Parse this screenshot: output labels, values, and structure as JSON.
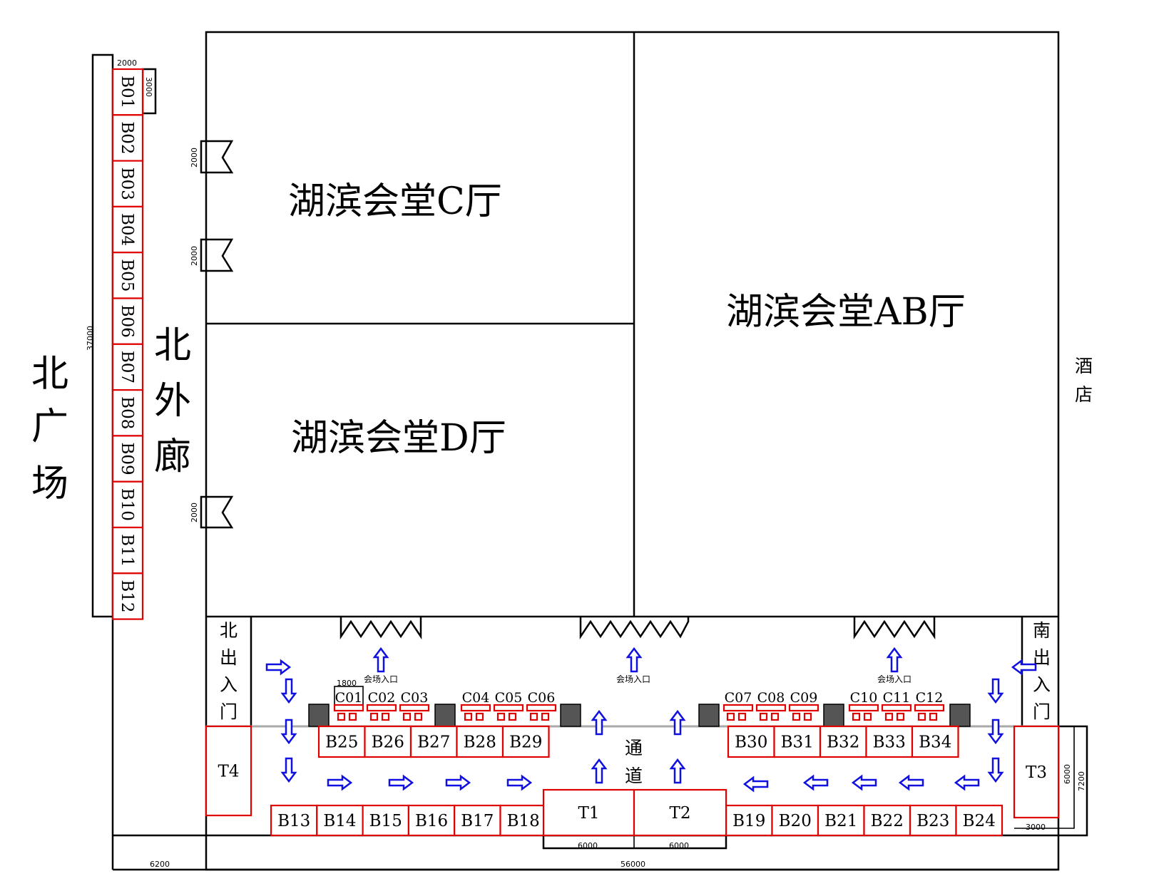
{
  "halls": {
    "c": "湖滨会堂C厅",
    "d": "湖滨会堂D厅",
    "ab": "湖滨会堂AB厅"
  },
  "areas": {
    "north_plaza": [
      "北",
      "广",
      "场"
    ],
    "north_corridor": [
      "北",
      "外",
      "廊"
    ],
    "hotel": [
      "酒",
      "店"
    ],
    "north_entrance": [
      "北",
      "出",
      "入",
      "门"
    ],
    "south_entrance": [
      "南",
      "出",
      "入",
      "门"
    ],
    "passage": [
      "通",
      "道"
    ]
  },
  "entrance_label": "会场入口",
  "booths_b_left": [
    "B01",
    "B02",
    "B03",
    "B04",
    "B05",
    "B06",
    "B07",
    "B08",
    "B09",
    "B10",
    "B11",
    "B12"
  ],
  "booths_b_row_top_left": [
    "B25",
    "B26",
    "B27",
    "B28",
    "B29"
  ],
  "booths_b_row_top_right": [
    "B30",
    "B31",
    "B32",
    "B33",
    "B34"
  ],
  "booths_b_row_bottom_left": [
    "B13",
    "B14",
    "B15",
    "B16",
    "B17",
    "B18"
  ],
  "booths_b_row_bottom_right": [
    "B19",
    "B20",
    "B21",
    "B22",
    "B23",
    "B24"
  ],
  "booths_t": [
    "T1",
    "T2",
    "T3",
    "T4"
  ],
  "booths_c": [
    "C01",
    "C02",
    "C03",
    "C04",
    "C05",
    "C06",
    "C07",
    "C08",
    "C09",
    "C10",
    "C11",
    "C12"
  ],
  "dimensions": {
    "d2000_top": "2000",
    "d3000_side": "3000",
    "d2000_door": "2000",
    "d37000": "37000",
    "d1800": "1800",
    "d6000_t1": "6000",
    "d6000_t2": "6000",
    "d6000_t3": "6000",
    "d7200": "7200",
    "d3000_t3": "3000",
    "d6200": "6200",
    "d56000": "56000"
  },
  "colors": {
    "booth_border": "#e00000",
    "arrow": "#1010e0",
    "pillar": "#555555"
  }
}
